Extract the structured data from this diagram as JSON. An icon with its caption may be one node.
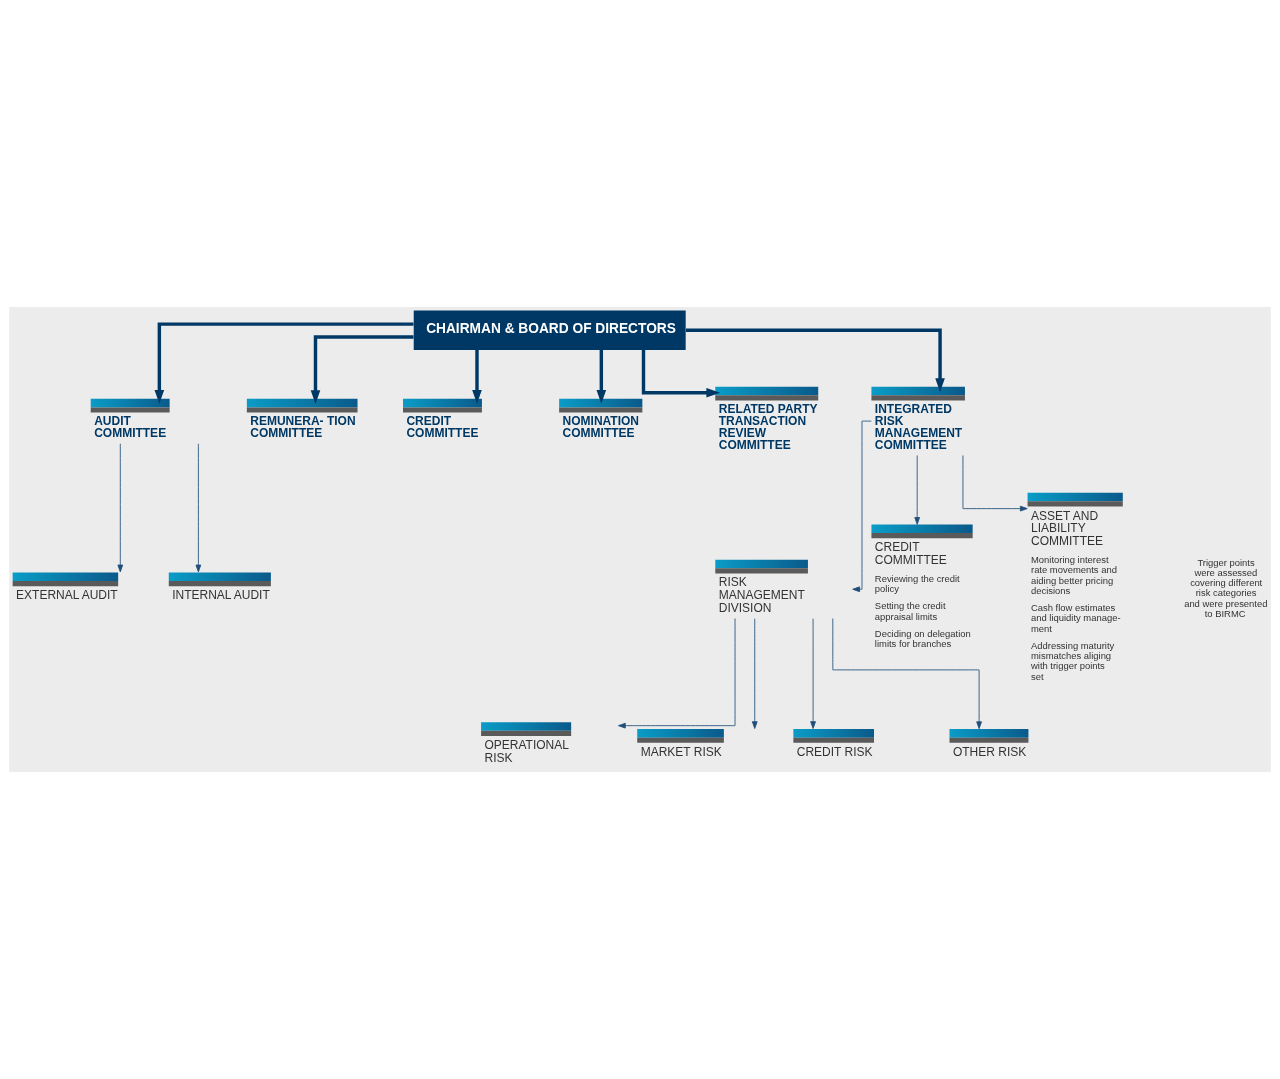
{
  "diagram": {
    "nodes": [
      {
        "text": [
          "CHAIRMAN & BOARD OF DIRECTORS"
        ]
      },
      {
        "text": [
          "AUDIT COMMITTEE"
        ]
      },
      {
        "text": [
          "REMUNERA- TION COMMITTEE"
        ]
      },
      {
        "text": [
          "CREDIT COMMITTEE"
        ]
      },
      {
        "text": [
          "NOMINATION COMMITTEE"
        ]
      },
      {
        "text": [
          "RELATED PARTY TRANSACTION REVIEW COMMITTEE"
        ]
      },
      {
        "text": [
          "INTEGRATED RISK MANAGEMENT COMMITTEE"
        ]
      },
      {
        "text": [
          "EXTERNAL AUDIT"
        ]
      },
      {
        "text": [
          "INTERNAL AUDIT"
        ]
      },
      {
        "text": [
          "RISK MANAGEMENT DIVISION"
        ]
      },
      {
        "text": [
          "CREDIT COMMITTEE"
        ],
        "beside": [
          "Reviewing the credit policy",
          "Setting the credit appraisal limits",
          "Deciding on delegation limits for branches"
        ]
      },
      {
        "text": [
          "ASSET AND LIABILITY COMMITTEE"
        ],
        "beside": [
          "Monitoring interest rate movements and aiding better pricing decisions",
          "Cash flow estimates and liquidity manage- ment",
          "Addressing maturity mismatches aliging with trigger points set"
        ]
      },
      {
        "text": [
          "OPERATIONAL RISK"
        ]
      },
      {
        "text": [
          "MARKET RISK"
        ]
      },
      {
        "text": [
          "CREDIT RISK"
        ]
      },
      {
        "text": [
          "OTHER RISK"
        ]
      }
    ],
    "edges": [
      {
        "from": 0,
        "to": 1,
        "arrow": "to",
        "style": "thick"
      },
      {
        "from": 0,
        "to": 2,
        "arrow": "to",
        "style": "thick"
      },
      {
        "from": 0,
        "to": 3,
        "arrow": "to",
        "style": "thick"
      },
      {
        "from": 0,
        "to": 4,
        "arrow": "to",
        "style": "thick"
      },
      {
        "from": 0,
        "to": 5,
        "arrow": "to",
        "style": "thick"
      },
      {
        "from": 0,
        "to": 6,
        "arrow": "to",
        "style": "thick"
      },
      {
        "from": 1,
        "to": 7,
        "arrow": "to"
      },
      {
        "from": 1,
        "to": 8,
        "arrow": "to"
      },
      {
        "from": 6,
        "to": 9,
        "arrow": "to"
      },
      {
        "from": 6,
        "to": 10,
        "arrow": "to"
      },
      {
        "from": 6,
        "to": 11,
        "arrow": "to"
      },
      {
        "from": 9,
        "to": 12,
        "arrow": "to"
      },
      {
        "from": 9,
        "to": 13,
        "arrow": "to"
      },
      {
        "from": 9,
        "to": 14,
        "arrow": "to"
      },
      {
        "from": 9,
        "to": 15,
        "arrow": "to"
      }
    ],
    "labels": [
      "Trigger points were assessed covering different risk categories and were presented to BIRMC"
    ]
  }
}
